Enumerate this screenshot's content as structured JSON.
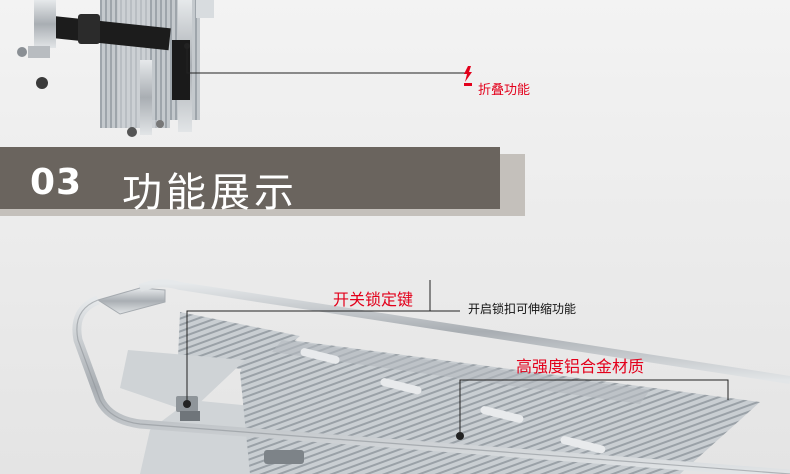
{
  "banner": {
    "number": "03",
    "title": "功能展示"
  },
  "callouts": {
    "fold": "折叠功能",
    "lock_key": "开关锁定键",
    "lock_desc": "开启锁扣可伸缩功能",
    "alloy": "高强度铝合金材质"
  },
  "colors": {
    "banner_dark": "#6a645e",
    "banner_shadow": "#c4c0bb",
    "accent_red": "#e3001b",
    "background": "#ededed"
  }
}
